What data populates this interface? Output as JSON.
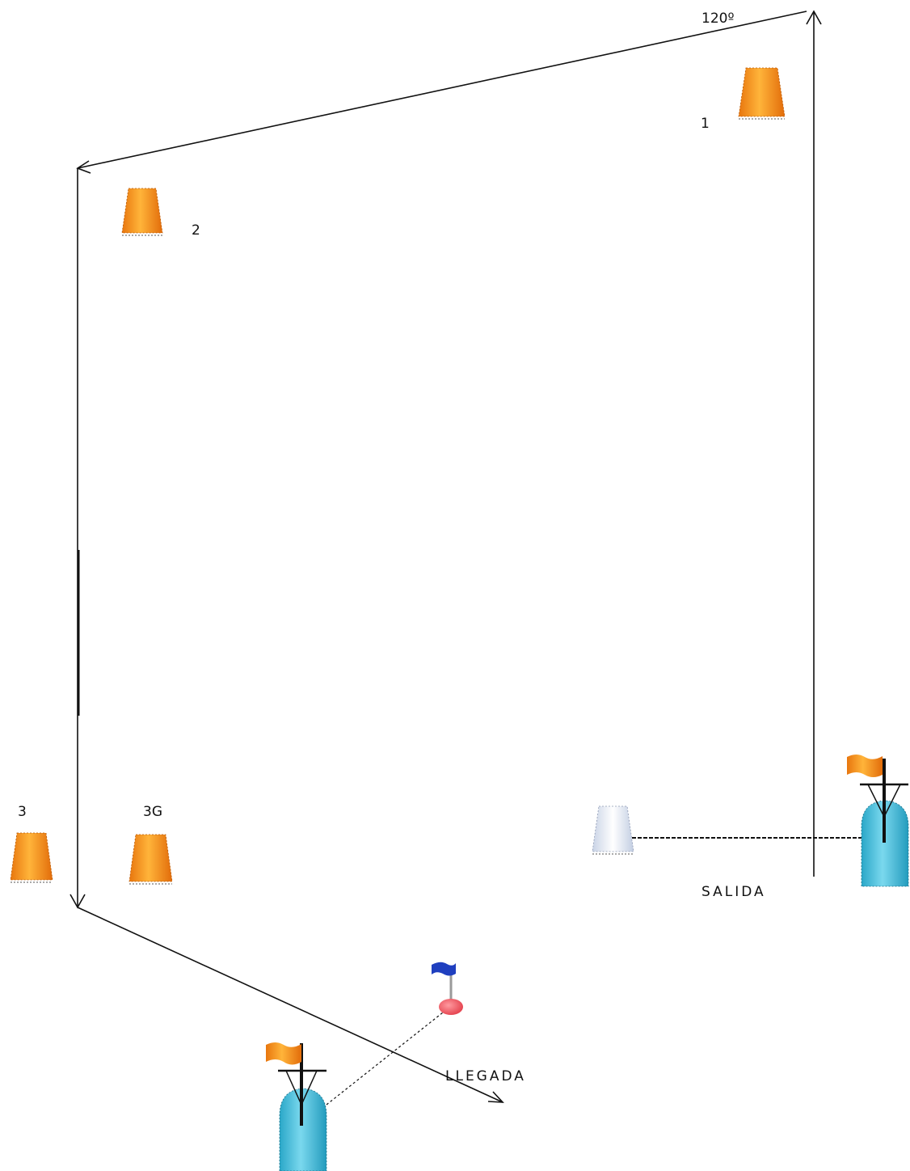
{
  "course": {
    "angle_label": "120º",
    "start_label": "SALIDA",
    "finish_label": "LLEGADA"
  },
  "marks": {
    "mark_1": {
      "label": "1",
      "color": "#f29a1c"
    },
    "mark_2": {
      "label": "2",
      "color": "#f29a1c"
    },
    "mark_3": {
      "label": "3",
      "color": "#f29a1c"
    },
    "mark_3g": {
      "label": "3G",
      "color": "#f29a1c"
    },
    "start_pin": {
      "color": "#e6ecf6"
    }
  },
  "boats": {
    "committee_start": {
      "hull_color": "#3cc0dc",
      "flag_color": "#f29a1c"
    },
    "committee_finish": {
      "hull_color": "#3cc0dc",
      "flag_color": "#f29a1c"
    }
  },
  "finish_pin": {
    "buoy_color": "#f0505a",
    "flag_color": "#1f3fbf"
  },
  "icons": [
    "buoy-icon",
    "committee-boat-icon",
    "flag-icon"
  ]
}
